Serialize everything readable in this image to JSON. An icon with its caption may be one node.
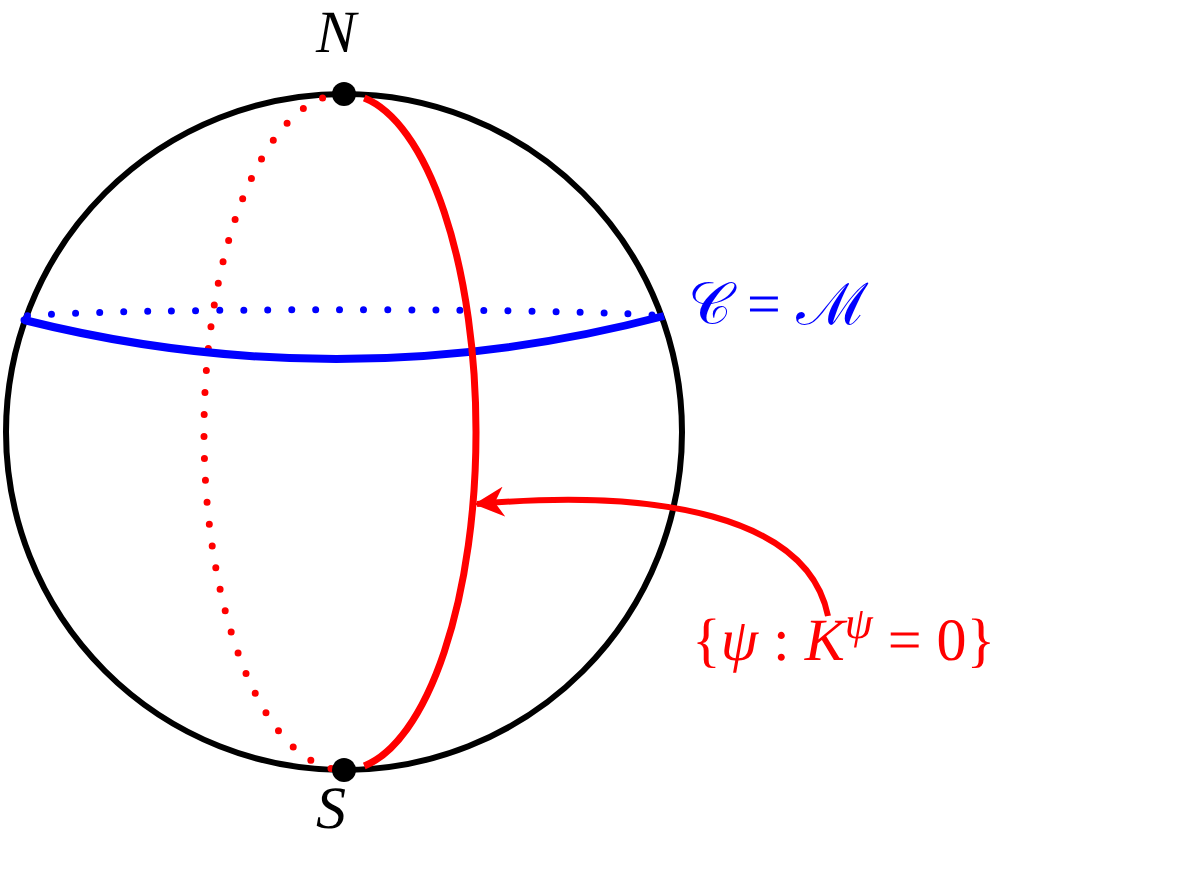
{
  "diagram": {
    "nodes": [
      {
        "text": [
          "{*ψ* : *K*$^{ψ}$ = 0}"
        ]
      },
      {
        "text": [],
        "shape": "line"
      }
    ],
    "edges": [
      {
        "from": 0,
        "to": 1,
        "arrow": "to",
        "color": "#ff0000"
      }
    ],
    "labels": [
      "N",
      "S",
      "𝒞 = ℳ"
    ]
  }
}
